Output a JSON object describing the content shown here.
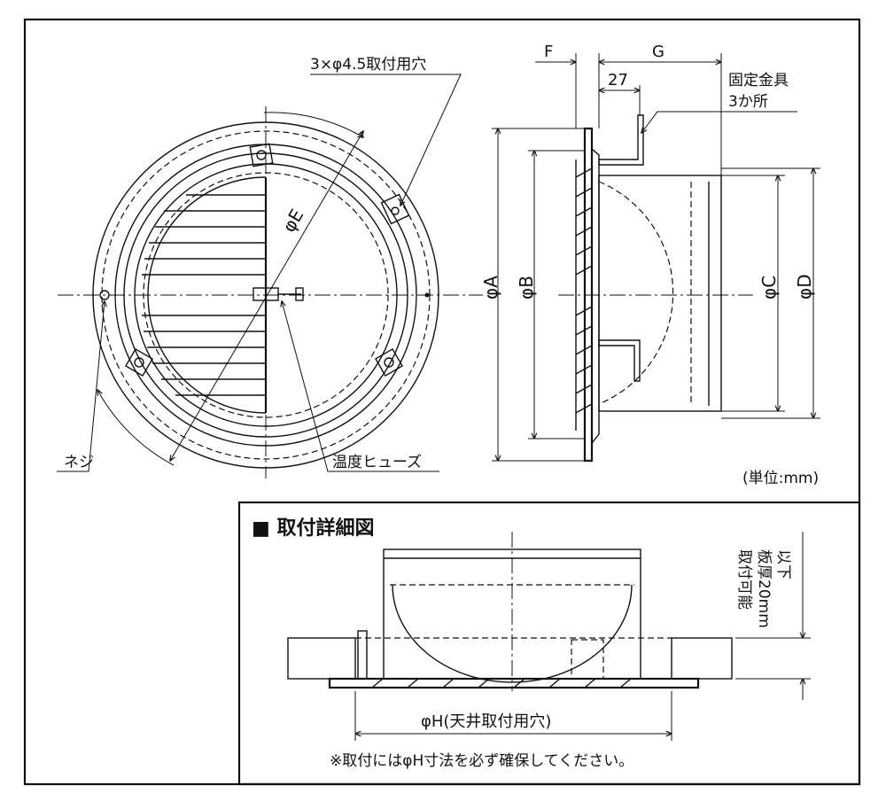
{
  "labels": {
    "holes": "3×φ4.5取付用穴",
    "screw": "ネジ",
    "fuse": "温度ヒューズ",
    "phiE": "φE",
    "phiA": "φA",
    "phiB": "φB",
    "phiC": "φC",
    "phiD": "φD",
    "F": "F",
    "G": "G",
    "dim27": "27",
    "bracket_line1": "固定金具",
    "bracket_line2": "3か所",
    "unit": "(単位:mm)",
    "detail_title": "■ 取付詳細図",
    "board_line1": "取付可能",
    "board_line2": "板厚20mm",
    "board_line3": "以下",
    "phiH": "φH(天井取付用穴)",
    "note": "※取付にはφH寸法を必ず確保してください。"
  }
}
